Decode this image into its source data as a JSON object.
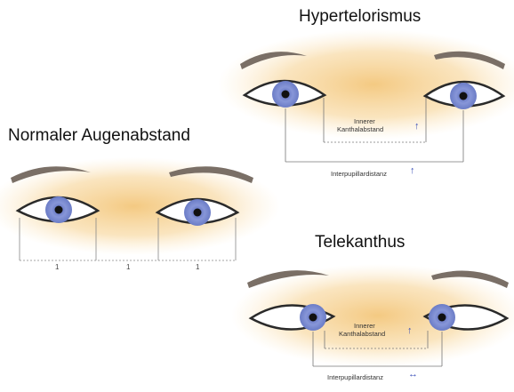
{
  "titles": {
    "hypertelorism": "Hypertelorismus",
    "normal": "Normaler Augenabstand",
    "telecanthus": "Telekanthus"
  },
  "labels": {
    "hyper_inner": "Innerer",
    "hyper_canthal": "Kanthalabstand",
    "hyper_interpupillary": "Interpupillardistanz",
    "tele_inner": "Innerer",
    "tele_canthal": "Kanthalabstand",
    "tele_interpupillary": "Interpupillardistanz",
    "normal_seg1": "1",
    "normal_seg2": "1",
    "normal_seg3": "1"
  },
  "colors": {
    "skin_glow": "#f3c77a",
    "iris": "#7f8fd0",
    "pupil": "#111111",
    "brow": "#7a6f66",
    "lines": "#666666",
    "arrow_blue": "#3a4fb8"
  },
  "icons": {
    "increase": "up-arrow-icon",
    "normal_ipd": "left-right-arrow-icon"
  }
}
